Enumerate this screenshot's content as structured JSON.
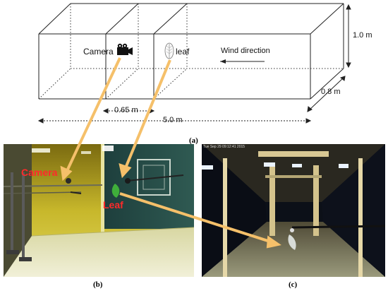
{
  "panel_a": {
    "camera_label": "Camera",
    "leaf_label": "leaf",
    "wind_label": "Wind direction",
    "height_dim": "1.0 m",
    "width_dim": "0.8 m",
    "spacing_dim": "0.65 m",
    "length_dim": "5.0 m",
    "caption": "(a)"
  },
  "panel_b": {
    "camera_label": "Camera",
    "leaf_label": "Leaf",
    "caption": "(b)",
    "label_color": "#ff2a2a"
  },
  "panel_c": {
    "timestamp": "Tue Sep 29 09:12:41 2015",
    "caption": "(c)"
  },
  "colors": {
    "arrow": "#f5c06a",
    "line": "#222222",
    "leaf_green": "#3fae3a"
  },
  "icons": [
    "video-camera-icon",
    "leaf-icon",
    "arrow-left-icon"
  ]
}
